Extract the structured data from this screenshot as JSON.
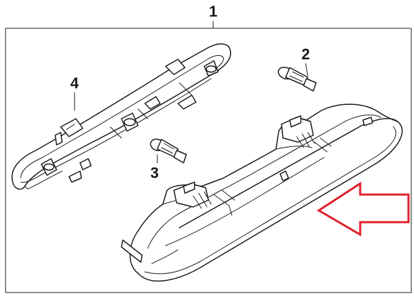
{
  "callouts": {
    "assembly": "1",
    "bulb_a": "2",
    "bulb_b": "3",
    "socket_board": "4"
  },
  "colors": {
    "line": "#1a1a1a",
    "arrow": "#e0202a",
    "background": "#ffffff"
  }
}
